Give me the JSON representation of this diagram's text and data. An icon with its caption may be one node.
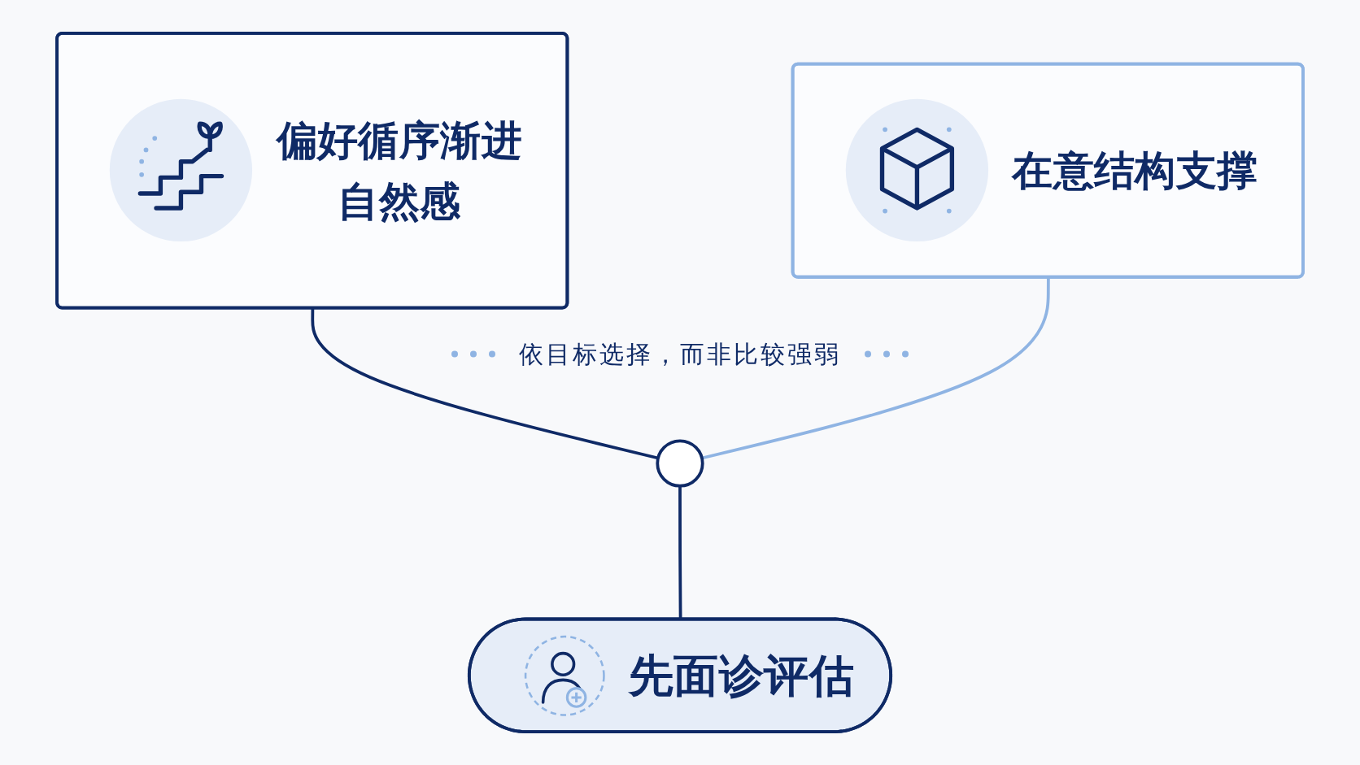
{
  "diagram": {
    "nodes": [
      {
        "text": [
          "偏好循序渐进",
          "自然感"
        ]
      },
      {
        "text": [
          "在意结构支撑"
        ]
      },
      {
        "text": [],
        "shape": "circle"
      },
      {
        "text": [
          "先面诊评估"
        ]
      }
    ],
    "edges": [
      {
        "from": 0,
        "to": 2,
        "arrow": "none"
      },
      {
        "from": 1,
        "to": 2,
        "arrow": "none",
        "color": "#8fb4e3"
      },
      {
        "from": 2,
        "to": 3,
        "arrow": "none"
      }
    ],
    "labels": [
      "依目标选择，而非比较强弱"
    ]
  }
}
